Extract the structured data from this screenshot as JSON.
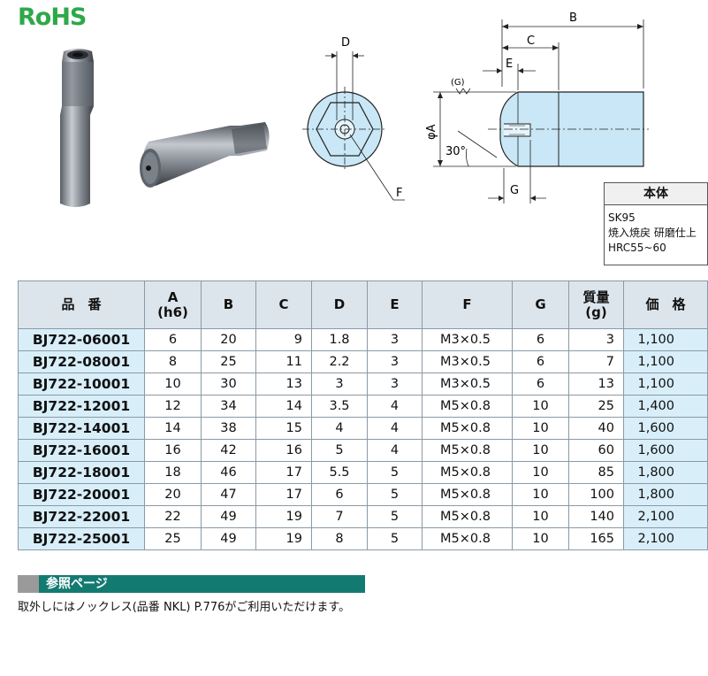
{
  "logo": {
    "text": "RoHS"
  },
  "drawing": {
    "labels": {
      "B": "B",
      "C": "C",
      "D": "D",
      "E": "E",
      "F": "F",
      "G": "G",
      "G_paren": "(G)",
      "phiA": "φA",
      "angle": "30°"
    }
  },
  "material": {
    "header": "本体",
    "lines": [
      "SK95",
      "焼入焼戻 研磨仕上",
      "HRC55~60"
    ]
  },
  "table": {
    "headers": [
      "品　番",
      "A\n(h6)",
      "B",
      "C",
      "D",
      "E",
      "F",
      "G",
      "質量\n(g)",
      "価　格"
    ],
    "rows": [
      [
        "BJ722-06001",
        "6",
        "20",
        "9",
        "1.8",
        "3",
        "M3×0.5",
        "6",
        "3",
        "1,100"
      ],
      [
        "BJ722-08001",
        "8",
        "25",
        "11",
        "2.2",
        "3",
        "M3×0.5",
        "6",
        "7",
        "1,100"
      ],
      [
        "BJ722-10001",
        "10",
        "30",
        "13",
        "3",
        "3",
        "M3×0.5",
        "6",
        "13",
        "1,100"
      ],
      [
        "BJ722-12001",
        "12",
        "34",
        "14",
        "3.5",
        "4",
        "M5×0.8",
        "10",
        "25",
        "1,400"
      ],
      [
        "BJ722-14001",
        "14",
        "38",
        "15",
        "4",
        "4",
        "M5×0.8",
        "10",
        "40",
        "1,600"
      ],
      [
        "BJ722-16001",
        "16",
        "42",
        "16",
        "5",
        "4",
        "M5×0.8",
        "10",
        "60",
        "1,600"
      ],
      [
        "BJ722-18001",
        "18",
        "46",
        "17",
        "5.5",
        "5",
        "M5×0.8",
        "10",
        "85",
        "1,800"
      ],
      [
        "BJ722-20001",
        "20",
        "47",
        "17",
        "6",
        "5",
        "M5×0.8",
        "10",
        "100",
        "1,800"
      ],
      [
        "BJ722-22001",
        "22",
        "49",
        "19",
        "7",
        "5",
        "M5×0.8",
        "10",
        "140",
        "2,100"
      ],
      [
        "BJ722-25001",
        "25",
        "49",
        "19",
        "8",
        "5",
        "M5×0.8",
        "10",
        "165",
        "2,100"
      ]
    ]
  },
  "reference": {
    "title": "参照ページ",
    "text": "取外しにはノックレス(品番 NKL) P.776がご利用いただけます。"
  },
  "colors": {
    "rohs": "#2ea84a",
    "blueprint_fill": "#c9e7f6",
    "part_cell": "#d8eef9",
    "header_cell": "#dde5ec",
    "ref_bar": "#137a72"
  }
}
